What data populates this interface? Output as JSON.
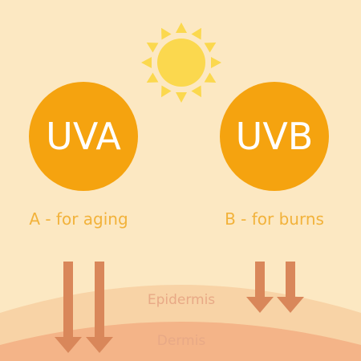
{
  "uva": {
    "label": "UVA",
    "caption": "A - for aging"
  },
  "uvb": {
    "label": "UVB",
    "caption": "B - for burns"
  },
  "layers": {
    "epidermis": "Epidermis",
    "dermis": "Dermis"
  },
  "colors": {
    "background": "#fce8c2",
    "circle": "#f5a30f",
    "sun": "#fbd84e",
    "caption": "#f2b23a",
    "arrow": "#d9875a",
    "epidermis": "#f8d3a6",
    "dermis": "#f4b488",
    "layer_text": "#e8a986"
  }
}
